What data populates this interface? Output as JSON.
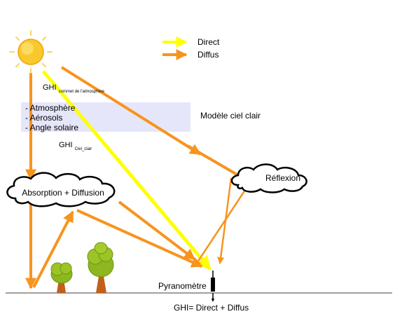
{
  "legend": {
    "direct_label": "Direct",
    "diffuse_label": "Diffus",
    "direct_color": "#ffff00",
    "diffuse_color": "#f7941d"
  },
  "labels": {
    "ghi_toa_main": "GHI",
    "ghi_toa_sub": "sommet de l'atmosphère",
    "ghi_clear_main": "GHI",
    "ghi_clear_sub": "Ciel_clair",
    "clear_sky_model": "Modèle ciel clair",
    "pyranometer": "Pyranomètre",
    "equation": "GHI= Direct + Diffus"
  },
  "factors": [
    "- Atmosphère",
    "- Aérosols",
    "- Angle solaire"
  ],
  "clouds": {
    "absorption": "Absorption + Diffusion",
    "reflexion": "Réflexion"
  },
  "colors": {
    "panel": "#e6e6fa",
    "sun_fill": "#f9c82b",
    "tree_foliage": "#8db61f",
    "tree_trunk": "#c0601a",
    "ground": "#808080"
  }
}
